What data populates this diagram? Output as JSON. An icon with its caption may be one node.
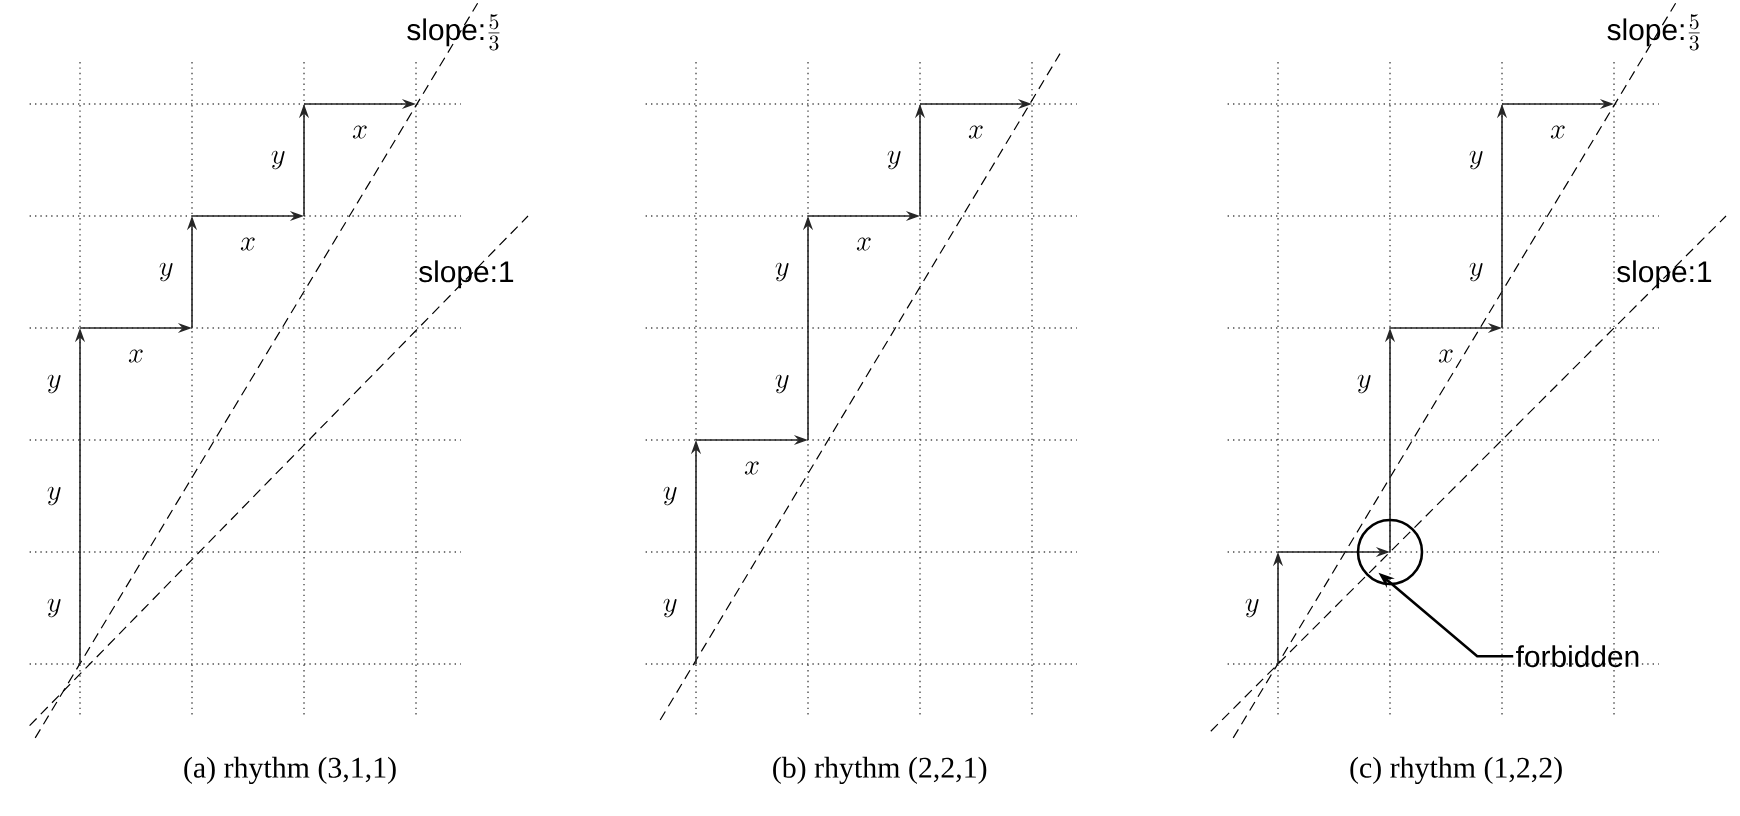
{
  "diagram": {
    "nodes": [
      {
        "text": [],
        "shape": "circle"
      },
      {
        "text": [
          "forbidden"
        ]
      }
    ],
    "edges": [
      {
        "from": 1,
        "to": 0,
        "arrow": "to"
      }
    ],
    "labels": [
      "\\textsf{slope:}\\frac{5}{3}",
      "x",
      "y",
      "x",
      "\\textsf{slope:1}",
      "y",
      "x",
      "y",
      "y",
      "y",
      "(a) rhythm (3,1,1)",
      "x",
      "y",
      "x",
      "y",
      "y",
      "x",
      "y",
      "y",
      "(b) rhythm (2,2,1)",
      "\\textsf{slope:}\\frac{5}{3}",
      "x",
      "y",
      "y",
      "\\textsf{slope:1}",
      "x",
      "y",
      "y",
      "(c) rhythm (1,2,2)"
    ]
  }
}
